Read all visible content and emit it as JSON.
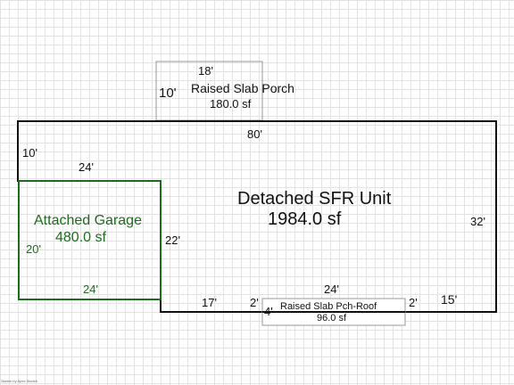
{
  "colors": {
    "structure": "#111111",
    "garage": "#1e6b1e",
    "porch": "#9a9a9a"
  },
  "porch": {
    "name": "Raised Slab Porch",
    "area": "180.0 sf",
    "width": "18'",
    "depth": "10'"
  },
  "main": {
    "name": "Detached SFR Unit",
    "area": "1984.0 sf",
    "top": "80'",
    "left_top": "10'",
    "step_width": "24'",
    "step_depth": "22'",
    "right": "32'",
    "bottom_left": "17'",
    "bottom_right": "15'"
  },
  "garage": {
    "name": "Attached Garage",
    "area": "480.0 sf",
    "depth": "20'",
    "width": "24'"
  },
  "pch_roof": {
    "name": "Raised Slab Pch-Roof",
    "area": "96.0 sf",
    "width": "24'",
    "depth": "4'",
    "left_offset": "2'",
    "right_offset": "2'"
  },
  "credit": "Sketch by Apex Sketch"
}
